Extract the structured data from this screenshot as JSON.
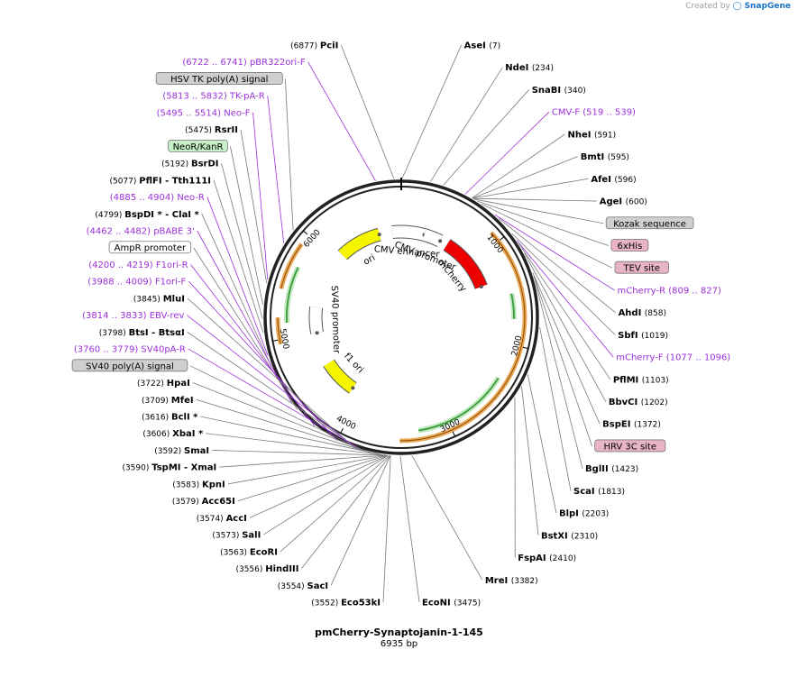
{
  "credit": {
    "prefix": "Created by",
    "brand": "SnapGene"
  },
  "plasmid": {
    "name": "pmCherry-Synaptojanin-1-145",
    "size_label": "6935 bp",
    "length": 6935
  },
  "colors": {
    "enzyme": "#000000",
    "primer": "#9b30d9",
    "backbone": "#222222",
    "orange": "#e89b3c",
    "green": "#3a9a3a",
    "yellow": "#f5f500",
    "red": "#ee0000",
    "pink": "#e9b5c5",
    "gray": "#cfcfcf",
    "light_green": "#c8f0c8"
  },
  "ticks": [
    {
      "label": "1000",
      "pos": 1000
    },
    {
      "label": "2000",
      "pos": 2000
    },
    {
      "label": "3000",
      "pos": 3000
    },
    {
      "label": "4000",
      "pos": 4000
    },
    {
      "label": "5000",
      "pos": 5000
    },
    {
      "label": "6000",
      "pos": 6000
    }
  ],
  "features": [
    {
      "name": "ori",
      "start": 6100,
      "end": 6650,
      "dir": 1,
      "color": "#f5f500",
      "track": 1
    },
    {
      "name": "CMV enhancer",
      "start": 6820,
      "end": 300,
      "dir": 1,
      "color": "#ffffff",
      "track": 1
    },
    {
      "name": "CMV promoter",
      "start": 300,
      "end": 520,
      "dir": 1,
      "color": "#ffffff",
      "track": 1
    },
    {
      "name": "mCherry",
      "start": 620,
      "end": 1330,
      "dir": 1,
      "color": "#ee0000",
      "track": 1
    },
    {
      "name": "SV40 promoter",
      "start": 5000,
      "end": 5330,
      "dir": -1,
      "color": "#ffffff",
      "track": 1
    },
    {
      "name": "f1 ori",
      "start": 4130,
      "end": 4580,
      "dir": -1,
      "color": "#f5f500",
      "track": 1
    }
  ],
  "enzymes": [
    {
      "name": "AseI",
      "pos_label": "(7)",
      "side": "right",
      "pos": 7
    },
    {
      "name": "NdeI",
      "pos_label": "(234)",
      "side": "right",
      "pos": 234
    },
    {
      "name": "SnaBI",
      "pos_label": "(340)",
      "side": "right",
      "pos": 340
    },
    {
      "name": "NheI",
      "pos_label": "(591)",
      "side": "right",
      "pos": 591
    },
    {
      "name": "BmtI",
      "pos_label": "(595)",
      "side": "right",
      "pos": 595
    },
    {
      "name": "AfeI",
      "pos_label": "(596)",
      "side": "right",
      "pos": 596
    },
    {
      "name": "AgeI",
      "pos_label": "(600)",
      "side": "right",
      "pos": 600
    },
    {
      "name": "AhdI",
      "pos_label": "(858)",
      "side": "right",
      "pos": 858
    },
    {
      "name": "SbfI",
      "pos_label": "(1019)",
      "side": "right",
      "pos": 1019
    },
    {
      "name": "PflMI",
      "pos_label": "(1103)",
      "side": "right",
      "pos": 1103
    },
    {
      "name": "BbvCI",
      "pos_label": "(1202)",
      "side": "right",
      "pos": 1202
    },
    {
      "name": "BspEI",
      "pos_label": "(1372)",
      "side": "right",
      "pos": 1372
    },
    {
      "name": "BglII",
      "pos_label": "(1423)",
      "side": "right",
      "pos": 1423
    },
    {
      "name": "ScaI",
      "pos_label": "(1813)",
      "side": "right",
      "pos": 1813
    },
    {
      "name": "BlpI",
      "pos_label": "(2203)",
      "side": "right",
      "pos": 2203
    },
    {
      "name": "BstXI",
      "pos_label": "(2310)",
      "side": "right",
      "pos": 2310
    },
    {
      "name": "FspAI",
      "pos_label": "(2410)",
      "side": "right",
      "pos": 2410
    },
    {
      "name": "MreI",
      "pos_label": "(3382)",
      "side": "right",
      "pos": 3382
    },
    {
      "name": "EcoNI",
      "pos_label": "(3475)",
      "side": "right",
      "pos": 3475
    },
    {
      "name": "PciI",
      "pos_label": "(6877)",
      "side": "left",
      "pos": 6877
    },
    {
      "name": "RsrII",
      "pos_label": "(5475)",
      "side": "left",
      "pos": 5475
    },
    {
      "name": "BsrDI",
      "pos_label": "(5192)",
      "side": "left",
      "pos": 5192
    },
    {
      "name": "PflFI - Tth111I",
      "pos_label": "(5077)",
      "side": "left",
      "pos": 5077
    },
    {
      "name": "BspDI * - ClaI *",
      "pos_label": "(4799)",
      "side": "left",
      "pos": 4799
    },
    {
      "name": "MluI",
      "pos_label": "(3845)",
      "side": "left",
      "pos": 3845
    },
    {
      "name": "BtsI - BtsαI",
      "pos_label": "(3798)",
      "side": "left",
      "pos": 3798
    },
    {
      "name": "HpaI",
      "pos_label": "(3722)",
      "side": "left",
      "pos": 3722
    },
    {
      "name": "MfeI",
      "pos_label": "(3709)",
      "side": "left",
      "pos": 3709
    },
    {
      "name": "BclI *",
      "pos_label": "(3616)",
      "side": "left",
      "pos": 3616
    },
    {
      "name": "XbaI *",
      "pos_label": "(3606)",
      "side": "left",
      "pos": 3606
    },
    {
      "name": "SmaI",
      "pos_label": "(3592)",
      "side": "left",
      "pos": 3592
    },
    {
      "name": "TspMI - XmaI",
      "pos_label": "(3590)",
      "side": "left",
      "pos": 3590
    },
    {
      "name": "KpnI",
      "pos_label": "(3583)",
      "side": "left",
      "pos": 3583
    },
    {
      "name": "Acc65I",
      "pos_label": "(3579)",
      "side": "left",
      "pos": 3579
    },
    {
      "name": "AccI",
      "pos_label": "(3574)",
      "side": "left",
      "pos": 3574
    },
    {
      "name": "SalI",
      "pos_label": "(3573)",
      "side": "left",
      "pos": 3573
    },
    {
      "name": "EcoRI",
      "pos_label": "(3563)",
      "side": "left",
      "pos": 3563
    },
    {
      "name": "HindIII",
      "pos_label": "(3556)",
      "side": "left",
      "pos": 3556
    },
    {
      "name": "SacI",
      "pos_label": "(3554)",
      "side": "left",
      "pos": 3554
    },
    {
      "name": "Eco53kI",
      "pos_label": "(3552)",
      "side": "left",
      "pos": 3552
    }
  ],
  "primers": [
    {
      "name": "pBR322ori-F",
      "pos_label": "(6722 .. 6741)",
      "side": "left",
      "pos": 6730
    },
    {
      "name": "TK-pA-R",
      "pos_label": "(5813 .. 5832)",
      "side": "left",
      "pos": 5822
    },
    {
      "name": "Neo-F",
      "pos_label": "(5495 .. 5514)",
      "side": "left",
      "pos": 5505
    },
    {
      "name": "Neo-R",
      "pos_label": "(4885 .. 4904)",
      "side": "left",
      "pos": 4895
    },
    {
      "name": "pBABE 3'",
      "pos_label": "(4462 .. 4482)",
      "side": "left",
      "pos": 4472
    },
    {
      "name": "F1ori-R",
      "pos_label": "(4200 .. 4219)",
      "side": "left",
      "pos": 4210
    },
    {
      "name": "F1ori-F",
      "pos_label": "(3988 .. 4009)",
      "side": "left",
      "pos": 3998
    },
    {
      "name": "EBV-rev",
      "pos_label": "(3814 .. 3833)",
      "side": "left",
      "pos": 3823
    },
    {
      "name": "SV40pA-R",
      "pos_label": "(3760 .. 3779)",
      "side": "left",
      "pos": 3770
    },
    {
      "name": "CMV-F",
      "pos_label": "(519 .. 539)",
      "side": "right",
      "pos": 529
    },
    {
      "name": "mCherry-R",
      "pos_label": "(809 .. 827)",
      "side": "right",
      "pos": 818
    },
    {
      "name": "mCherry-F",
      "pos_label": "(1077 .. 1096)",
      "side": "right",
      "pos": 1086
    }
  ],
  "boxed": [
    {
      "name": "HSV TK poly(A) signal",
      "color": "#cfcfcf",
      "side": "left",
      "pos": 5950
    },
    {
      "name": "NeoR/KanR",
      "color": "#c8f0c8",
      "side": "left",
      "pos": 5300
    },
    {
      "name": "AmpR promoter",
      "color": "#ffffff",
      "side": "left",
      "pos": 4400
    },
    {
      "name": "SV40 poly(A) signal",
      "color": "#cfcfcf",
      "side": "left",
      "pos": 3760
    },
    {
      "name": "Kozak sequence",
      "color": "#cfcfcf",
      "side": "right",
      "pos": 610
    },
    {
      "name": "6xHis",
      "color": "#e9b5c5",
      "side": "right",
      "pos": 640
    },
    {
      "name": "TEV site",
      "color": "#e9b5c5",
      "side": "right",
      "pos": 680
    },
    {
      "name": "HRV 3C site",
      "color": "#e9b5c5",
      "side": "right",
      "pos": 1400
    }
  ]
}
